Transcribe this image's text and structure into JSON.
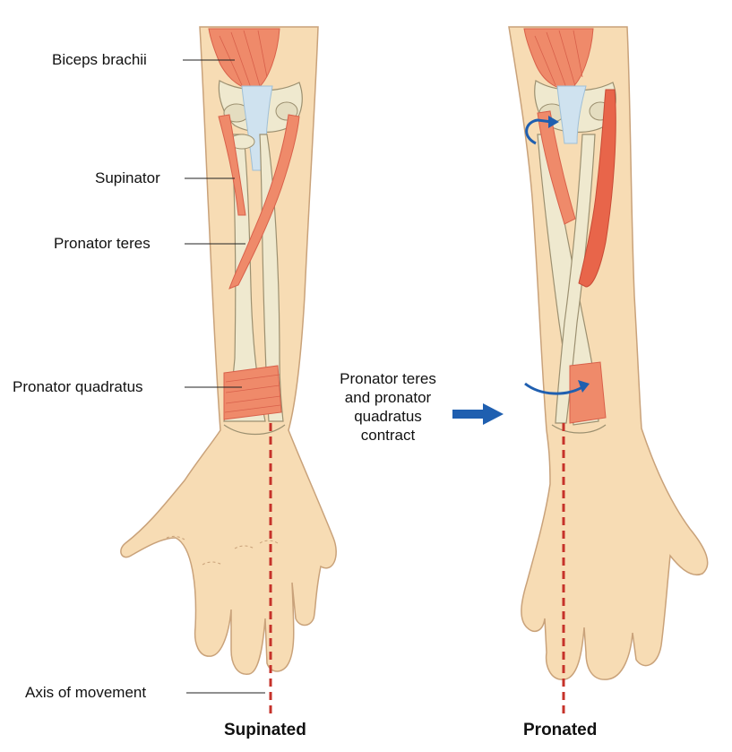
{
  "labels": {
    "biceps_brachii": "Biceps brachii",
    "supinator": "Supinator",
    "pronator_teres": "Pronator teres",
    "pronator_quadratus": "Pronator quadratus",
    "axis_of_movement": "Axis of movement"
  },
  "caption": {
    "line1": "Pronator teres",
    "line2": "and pronator",
    "line3": "quadratus",
    "line4": "contract"
  },
  "titles": {
    "left": "Supinated",
    "right": "Pronated"
  },
  "colors": {
    "skin": "#f7dcb4",
    "skin_outline": "#c9a27a",
    "muscle": "#ef8a6a",
    "muscle_dark": "#d8604a",
    "bone": "#efe9cf",
    "bone_outline": "#9c9070",
    "tendon": "#cfe2ef",
    "axis": "#c6322a",
    "arrow": "#1f5fb0"
  }
}
